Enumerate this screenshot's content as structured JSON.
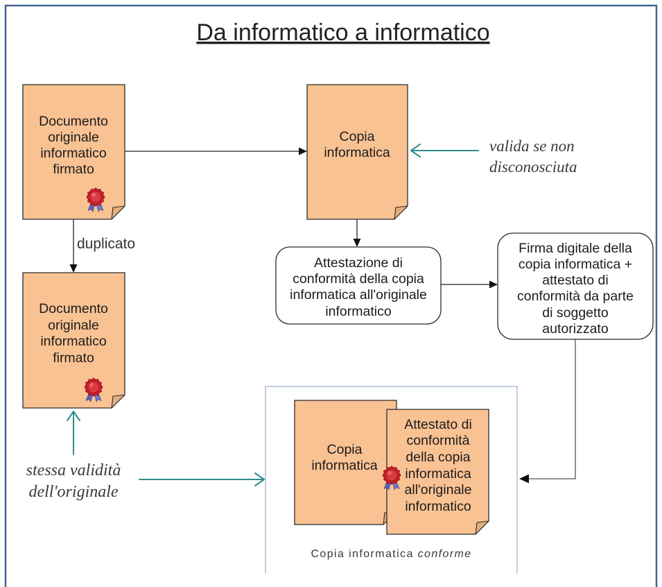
{
  "title": "Da informatico a informatico",
  "nodes": {
    "original_doc": {
      "lines": [
        "Documento",
        "originale",
        "informatico",
        "firmato"
      ]
    },
    "digital_copy": {
      "lines": [
        "Copia",
        "informatica"
      ]
    },
    "duplicate_doc": {
      "lines": [
        "Documento",
        "originale",
        "informatico",
        "firmato"
      ]
    },
    "attestation_step": {
      "lines": [
        "Attestazione di",
        "conformità della copia",
        "informatica all'originale",
        "informatico"
      ]
    },
    "signature_step": {
      "lines": [
        "Firma digitale della",
        "copia informatica +",
        "attestato di",
        "conformità da parte",
        "di soggetto",
        "autorizzato"
      ]
    },
    "conforming_copy": {
      "lines": [
        "Copia",
        "informatica"
      ]
    },
    "conformity_attestation": {
      "lines": [
        "Attestato di",
        "conformità",
        "della copia",
        "informatica",
        "all'originale",
        "informatico"
      ]
    }
  },
  "edges": {
    "duplicate_label": "duplicato"
  },
  "notes": {
    "copy_validity": [
      "valida se non",
      "disconosciuta"
    ],
    "duplicate_validity": [
      "stessa validità",
      "dell'originale"
    ]
  },
  "conforming_group": {
    "caption": "Copia informatica",
    "caption_emphasis": "conforme"
  },
  "colors": {
    "document_fill": "#F9C293",
    "document_fold": "#E6AC7C",
    "outline": "#2B2B2B",
    "validity_arrow": "#2C8C8C",
    "frame": "#41668E",
    "group_border": "#9DB3CF"
  }
}
